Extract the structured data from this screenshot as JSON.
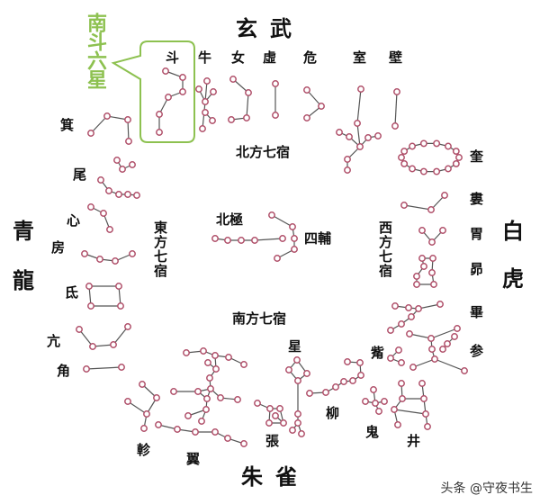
{
  "title_north": "玄武",
  "title_south": "朱雀",
  "callout": "南斗六星",
  "quadrants": {
    "east_1": "青",
    "east_2": "龍",
    "west_1": "白",
    "west_2": "虎"
  },
  "directions": {
    "north": "北方七宿",
    "east": "東方七宿",
    "west": "西方七宿",
    "south": "南方七宿"
  },
  "center": {
    "pole": "北極",
    "four_assistants": "四輔"
  },
  "mansions": {
    "dou": "斗",
    "niu": "牛",
    "nu": "女",
    "xu": "虛",
    "wei_n": "危",
    "shi": "室",
    "bi_n": "壁",
    "ji": "箕",
    "wei_e": "尾",
    "xin": "心",
    "fang": "房",
    "di": "氐",
    "kang": "亢",
    "jiao": "角",
    "kui": "奎",
    "lou": "婁",
    "wei_w": "胃",
    "mao": "昴",
    "bi_w": "畢",
    "shen": "参",
    "zi": "觜",
    "jing": "井",
    "gui": "鬼",
    "liu": "柳",
    "xing": "星",
    "zhang": "張",
    "yi": "翼",
    "zhen": "軫"
  },
  "watermark": "头条 @守夜书生",
  "colors": {
    "star": "#b0506a",
    "line": "#555555",
    "callout": "#8dc150"
  }
}
